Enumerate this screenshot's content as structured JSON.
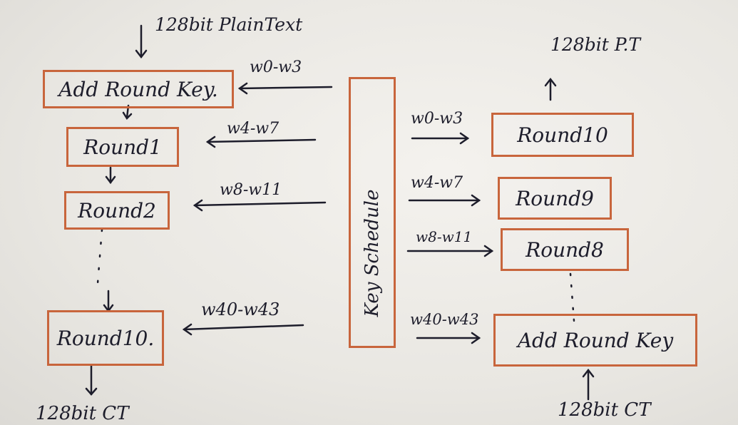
{
  "encryption": {
    "input_label": "128bit PlainText",
    "output_label": "128bit CT",
    "steps": [
      "Add Round Key.",
      "Round1",
      "Round2",
      "Round10."
    ],
    "key_words": [
      "w0-w3",
      "w4-w7",
      "w8-w11",
      "w40-w43"
    ]
  },
  "key_schedule": {
    "label": "Key Schedule"
  },
  "decryption": {
    "output_label": "128bit P.T",
    "input_label": "128bit CT",
    "steps": [
      "Round10",
      "Round9",
      "Round8",
      "Add Round Key"
    ],
    "key_words": [
      "w0-w3",
      "w4-w7",
      "w8-w11",
      "w40-w43"
    ]
  },
  "colors": {
    "box_border": "#c8653c",
    "ink": "#1d1d2b",
    "paper": "#ebe9e4"
  }
}
